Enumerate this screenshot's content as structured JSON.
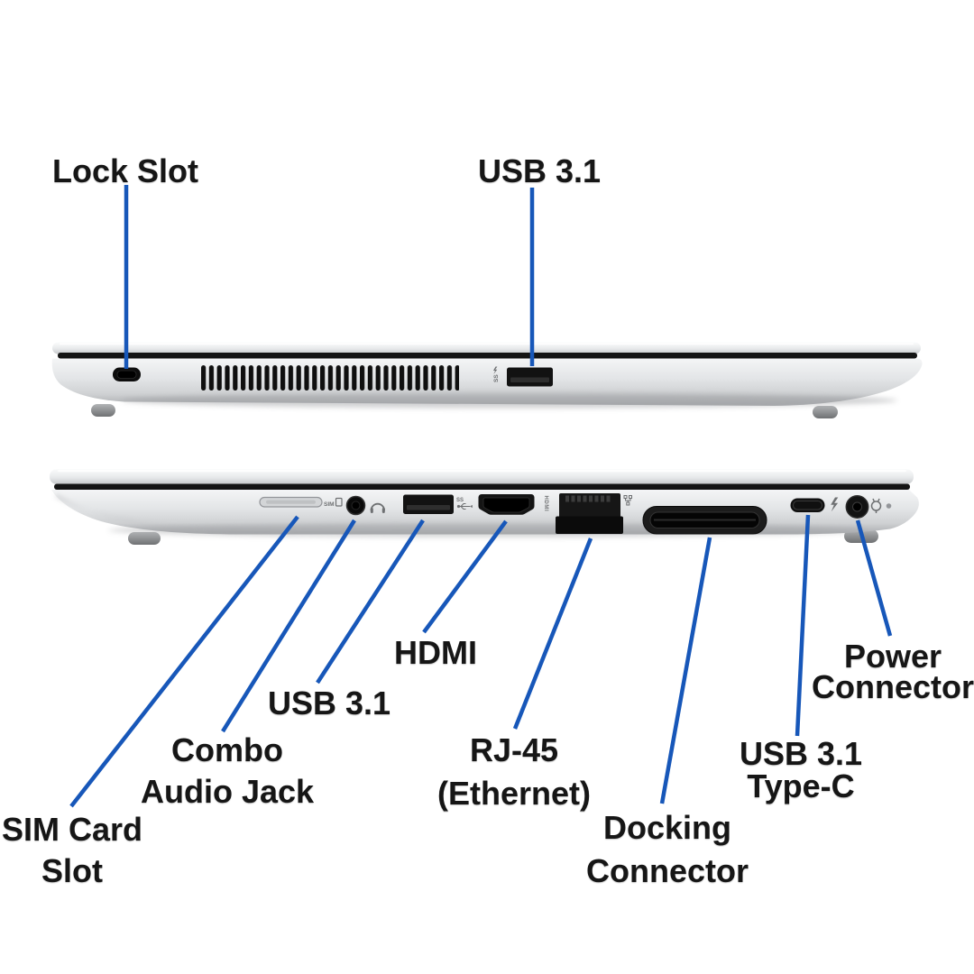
{
  "figure": "laptop-side-views-port-diagram",
  "colors": {
    "background": "#ffffff",
    "annotation_line": "#1757b9",
    "label_text": "#161616",
    "chassis_silver": "#e2e4e6",
    "port_black": "#121212",
    "icon_gray": "#6e7072"
  },
  "annotations": {
    "lock_slot": {
      "line1": "Lock Slot"
    },
    "usb_top": {
      "line1": "USB 3.1"
    },
    "sim": {
      "line1": "SIM Card",
      "line2": "Slot"
    },
    "combo": {
      "line1": "Combo",
      "line2": "Audio Jack"
    },
    "usb_left": {
      "line1": "USB 3.1"
    },
    "hdmi": {
      "line1": "HDMI"
    },
    "rj45": {
      "line1": "RJ-45",
      "line2": "(Ethernet)"
    },
    "docking": {
      "line1": "Docking",
      "line2": "Connector"
    },
    "usbc": {
      "line1": "USB 3.1",
      "line2": "Type-C"
    },
    "power": {
      "line1": "Power",
      "line2": "Connector"
    }
  },
  "port_marks": {
    "sim": "SIM",
    "hdmi": "HDMI",
    "usb_ss": "SS"
  }
}
